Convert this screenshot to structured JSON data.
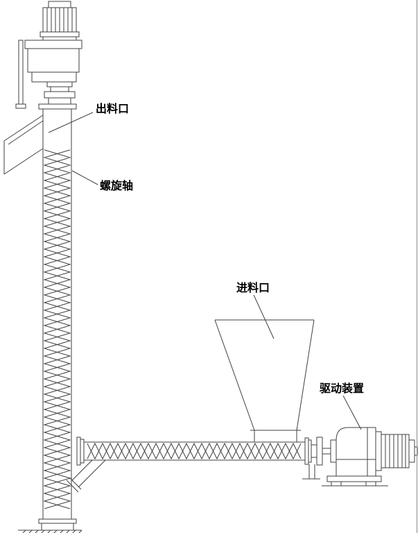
{
  "labels": {
    "discharge_outlet": "出料口",
    "screw_shaft": "螺旋轴",
    "feed_inlet": "进料口",
    "drive_device": "驱动装置"
  },
  "colors": {
    "line": "#3f3f3f",
    "text": "#000000",
    "background": "#ffffff",
    "border": "#8a8a8a"
  }
}
